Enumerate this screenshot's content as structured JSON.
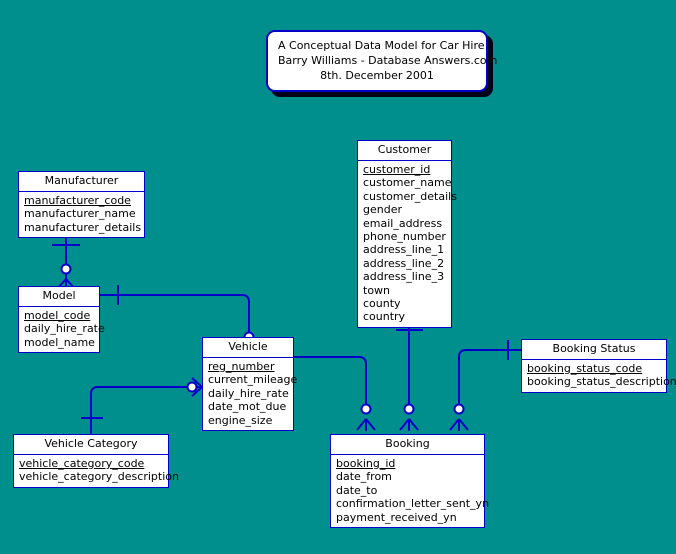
{
  "diagram": {
    "background_color": "#008f8c",
    "line_color": "#0000c8",
    "entity_fill": "#ffffff",
    "title_card": {
      "line1": "A Conceptual Data Model for Car Hire",
      "line2": "Barry Williams - Database Answers.com",
      "line3": "8th. December 2001"
    },
    "entities": [
      {
        "id": "manufacturer",
        "name": "Manufacturer",
        "attributes": [
          {
            "label": "manufacturer_code",
            "key": true
          },
          {
            "label": "manufacturer_name",
            "key": false
          },
          {
            "label": "manufacturer_details",
            "key": false
          }
        ]
      },
      {
        "id": "model",
        "name": "Model",
        "attributes": [
          {
            "label": "model_code",
            "key": true
          },
          {
            "label": "daily_hire_rate",
            "key": false
          },
          {
            "label": "model_name",
            "key": false
          }
        ]
      },
      {
        "id": "vehicle_category",
        "name": "Vehicle Category",
        "attributes": [
          {
            "label": "vehicle_category_code",
            "key": true
          },
          {
            "label": "vehicle_category_description",
            "key": false
          }
        ]
      },
      {
        "id": "vehicle",
        "name": "Vehicle",
        "attributes": [
          {
            "label": "reg_number",
            "key": true
          },
          {
            "label": "current_mileage",
            "key": false
          },
          {
            "label": "daily_hire_rate",
            "key": false
          },
          {
            "label": "date_mot_due",
            "key": false
          },
          {
            "label": "engine_size",
            "key": false
          }
        ]
      },
      {
        "id": "customer",
        "name": "Customer",
        "attributes": [
          {
            "label": "customer_id",
            "key": true
          },
          {
            "label": "customer_name",
            "key": false
          },
          {
            "label": "customer_details",
            "key": false
          },
          {
            "label": "gender",
            "key": false
          },
          {
            "label": "email_address",
            "key": false
          },
          {
            "label": "phone_number",
            "key": false
          },
          {
            "label": "address_line_1",
            "key": false
          },
          {
            "label": "address_line_2",
            "key": false
          },
          {
            "label": "address_line_3",
            "key": false
          },
          {
            "label": "town",
            "key": false
          },
          {
            "label": "county",
            "key": false
          },
          {
            "label": "country",
            "key": false
          }
        ]
      },
      {
        "id": "booking_status",
        "name": "Booking Status",
        "attributes": [
          {
            "label": "booking_status_code",
            "key": true
          },
          {
            "label": "booking_status_description",
            "key": false
          }
        ]
      },
      {
        "id": "booking",
        "name": "Booking",
        "attributes": [
          {
            "label": "booking_id",
            "key": true
          },
          {
            "label": "date_from",
            "key": false
          },
          {
            "label": "date_to",
            "key": false
          },
          {
            "label": "confirmation_letter_sent_yn",
            "key": false
          },
          {
            "label": "payment_received_yn",
            "key": false
          }
        ]
      }
    ],
    "relationships": [
      {
        "id": "manufacturer-model",
        "from": "manufacturer",
        "to": "model",
        "from_cardinality": "one",
        "to_cardinality": "many"
      },
      {
        "id": "model-vehicle",
        "from": "model",
        "to": "vehicle",
        "from_cardinality": "one",
        "to_cardinality": "many"
      },
      {
        "id": "vehicle-category-vehicle",
        "from": "vehicle_category",
        "to": "vehicle",
        "from_cardinality": "one",
        "to_cardinality": "many"
      },
      {
        "id": "vehicle-booking",
        "from": "vehicle",
        "to": "booking",
        "from_cardinality": "one",
        "to_cardinality": "many"
      },
      {
        "id": "customer-booking",
        "from": "customer",
        "to": "booking",
        "from_cardinality": "one",
        "to_cardinality": "many"
      },
      {
        "id": "booking-status-booking",
        "from": "booking_status",
        "to": "booking",
        "from_cardinality": "one",
        "to_cardinality": "many"
      }
    ]
  }
}
